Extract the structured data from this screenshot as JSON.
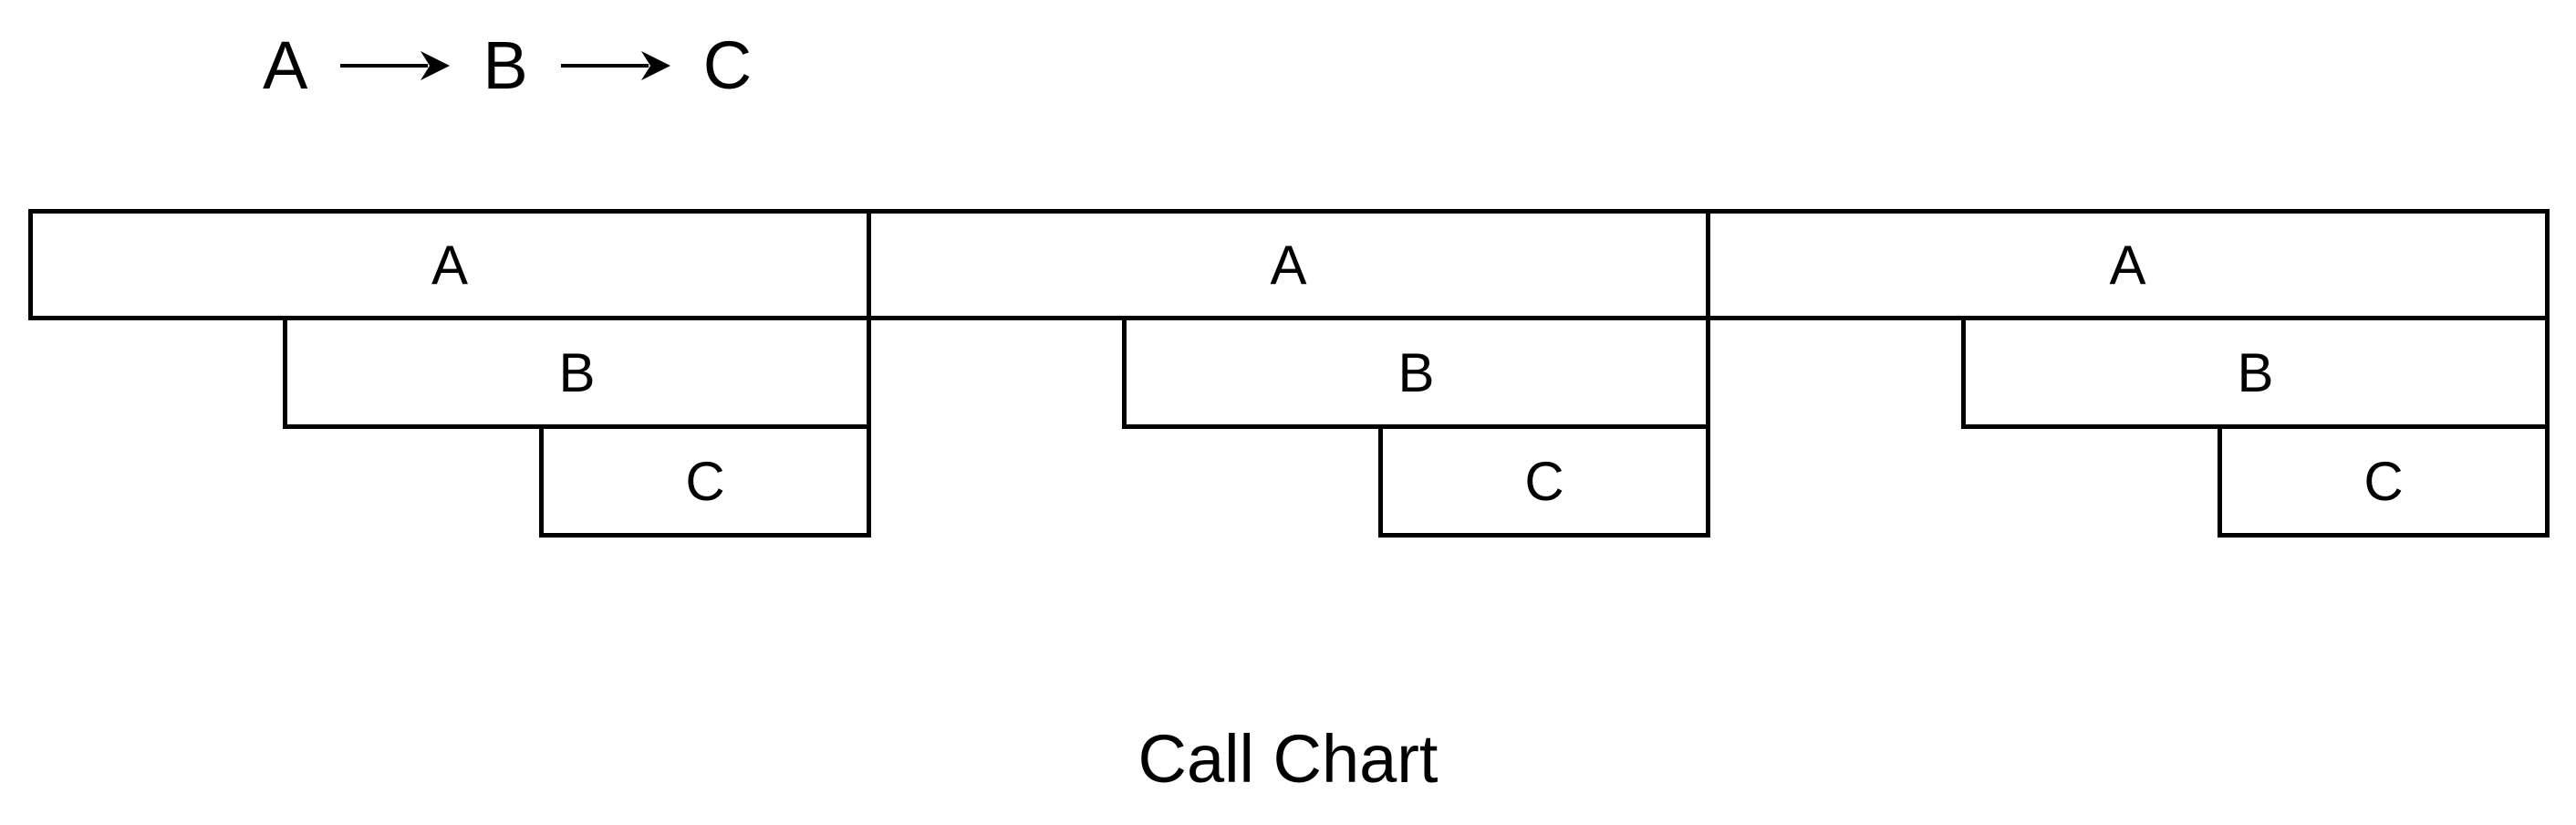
{
  "figure_caption": "Call Chart",
  "sequence": {
    "nodes": [
      "A",
      "B",
      "C"
    ]
  },
  "call_chart": {
    "invocations": [
      {
        "frames": [
          {
            "label": "A"
          },
          {
            "label": "B"
          },
          {
            "label": "C"
          }
        ]
      },
      {
        "frames": [
          {
            "label": "A"
          },
          {
            "label": "B"
          },
          {
            "label": "C"
          }
        ]
      },
      {
        "frames": [
          {
            "label": "A"
          },
          {
            "label": "B"
          },
          {
            "label": "C"
          }
        ]
      }
    ]
  },
  "colors": {
    "stroke": "#000000",
    "text": "#000000",
    "background": "#ffffff"
  }
}
